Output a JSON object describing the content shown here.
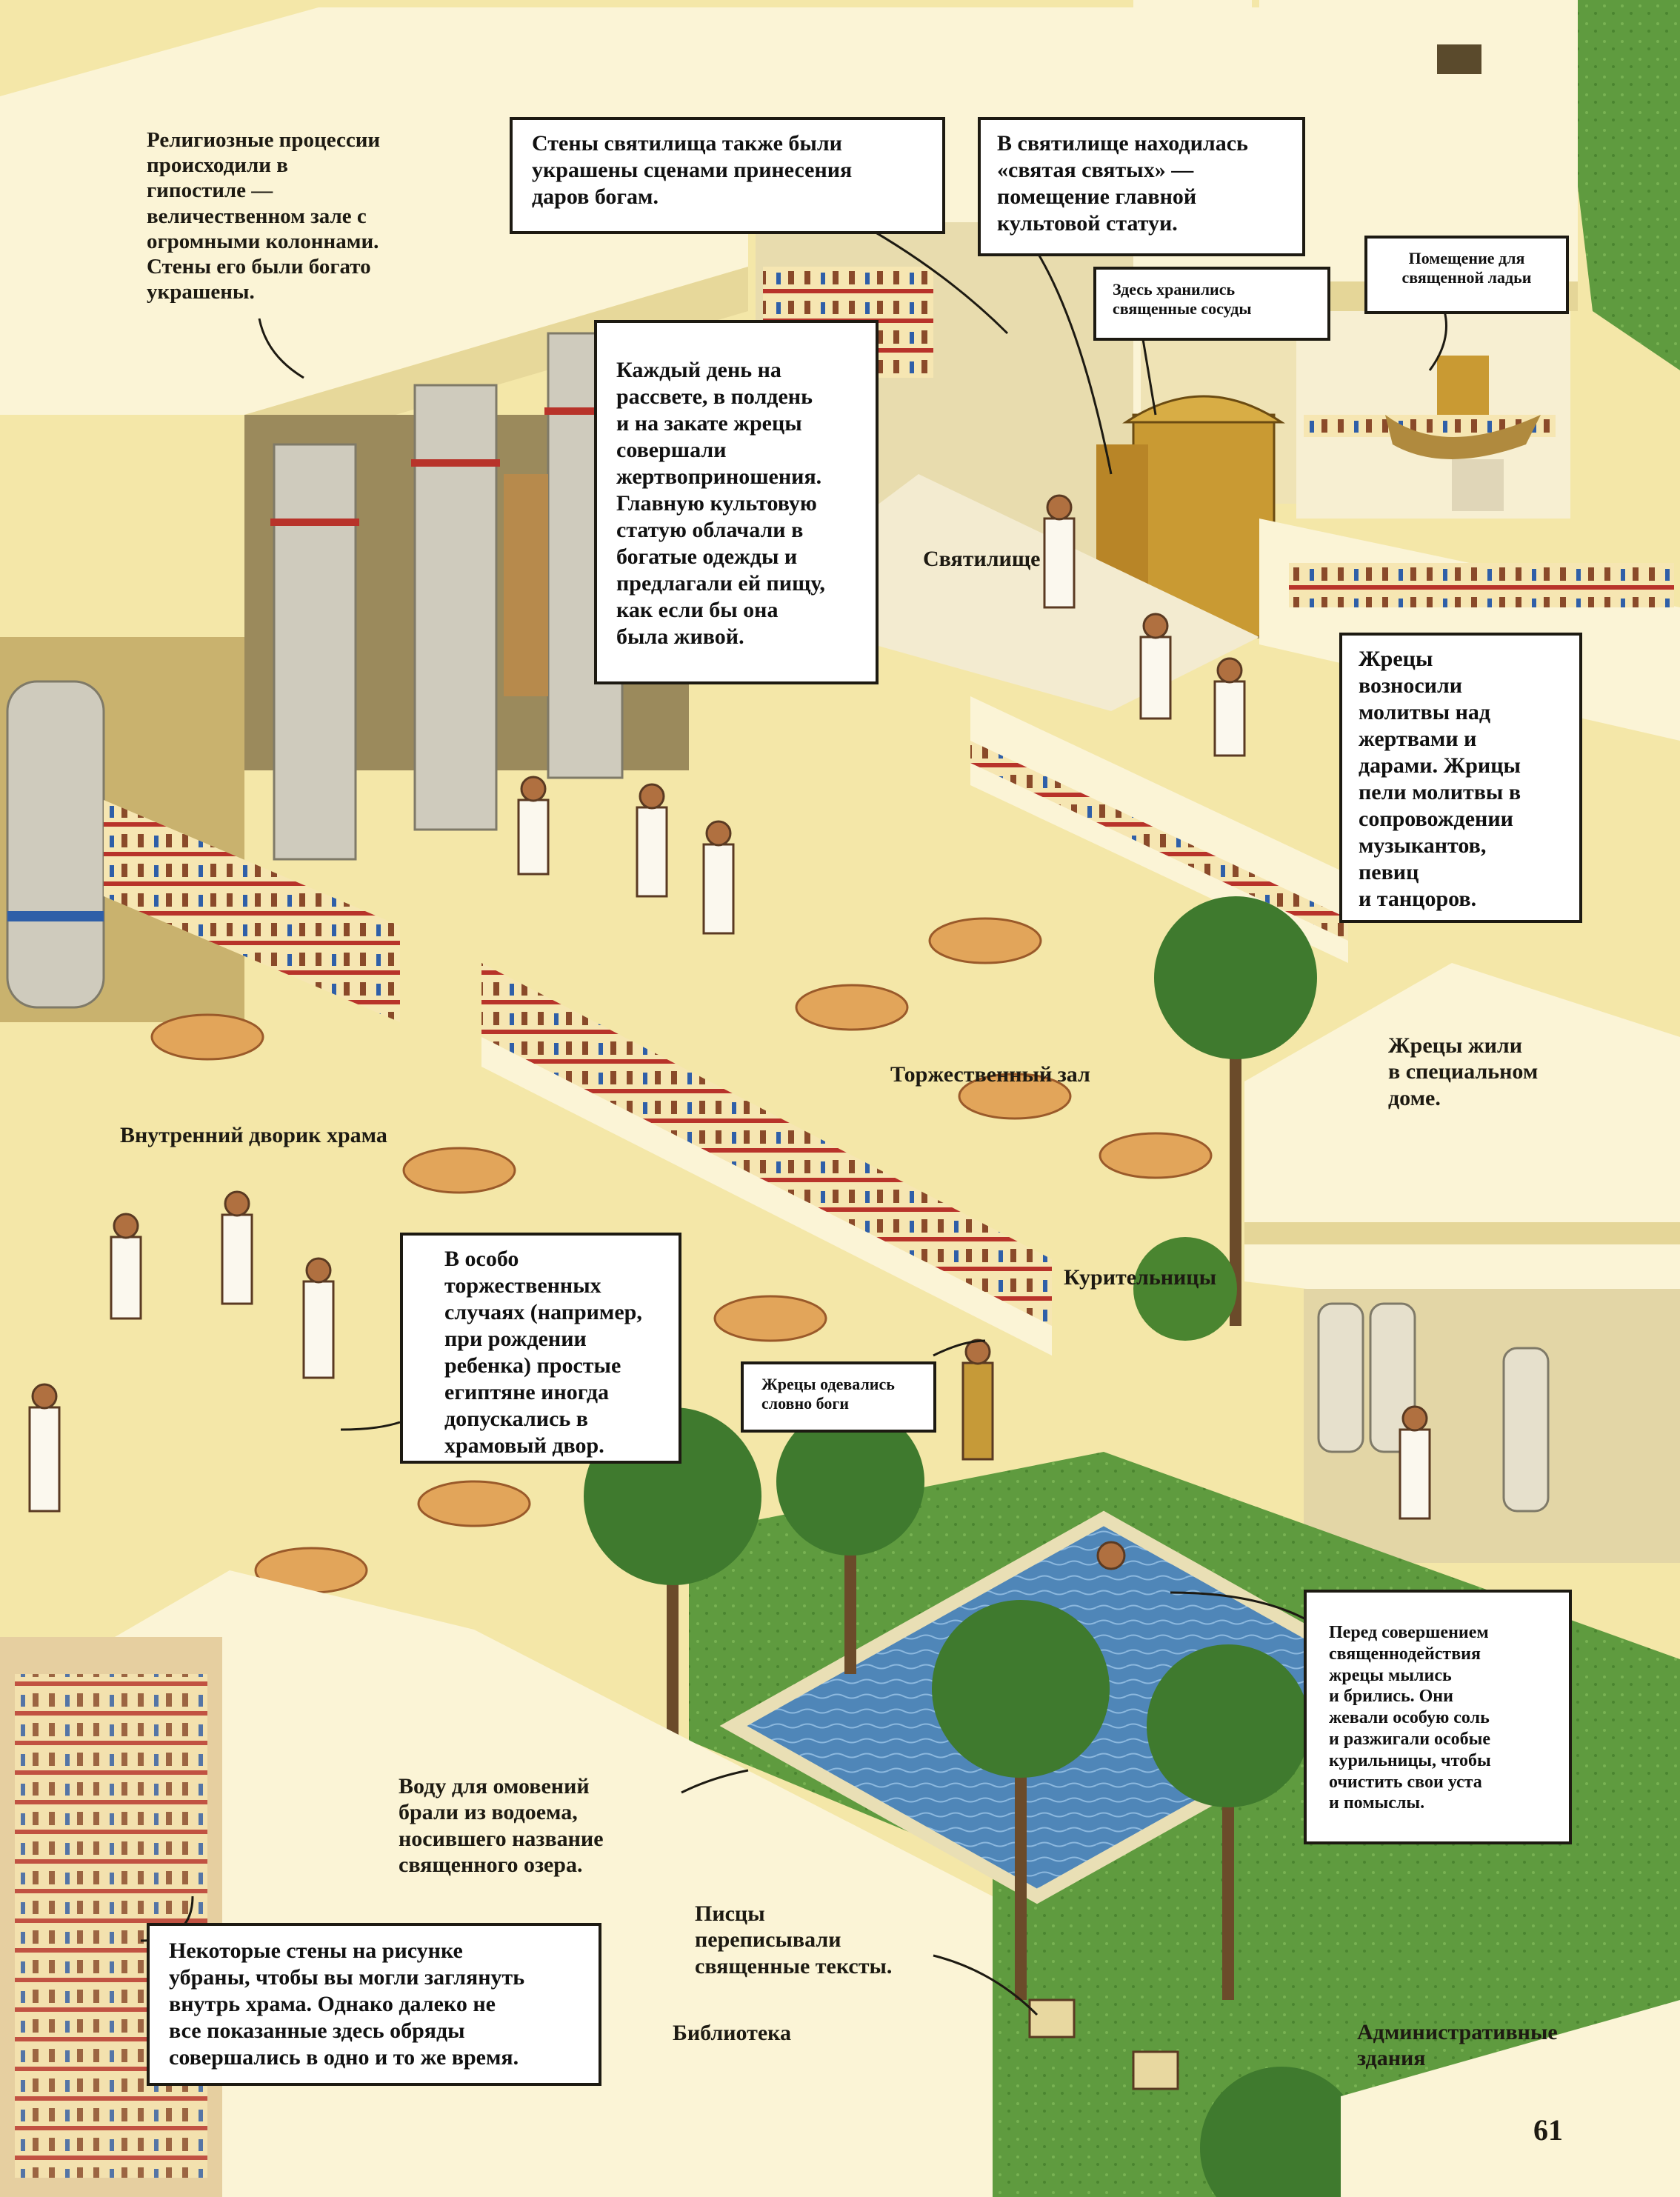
{
  "page_number": "61",
  "callouts": {
    "hypostyle": [
      "Религиозные процессии",
      "происходили в",
      "гипостиле —",
      "величественном зале с",
      "огромными колоннами.",
      "Стены его были богато",
      "украшены."
    ],
    "sanctuary_walls": [
      "Стены святилища также были",
      "украшены сценами принесения",
      "даров богам."
    ],
    "holy_of_holies": [
      "В святилище находилась",
      "«святая святых» —",
      "помещение главной",
      "культовой статуи."
    ],
    "sacred_boat": [
      "Помещение для",
      "священной ладьи"
    ],
    "sacred_vessels": [
      "Здесь хранились",
      "священные сосуды"
    ],
    "daily_offerings": [
      "Каждый день на",
      "рассвете, в полдень",
      "и на закате жрецы",
      "совершали",
      "жертвоприношения.",
      "Главную культовую",
      "статую облачали в",
      "богатые одежды и",
      "предлагали ей пищу,",
      "как если бы она",
      "была живой."
    ],
    "prayers": [
      "Жрецы",
      "возносили",
      "молитвы над",
      "жертвами и",
      "дарами. Жрицы",
      "пели молитвы в",
      "сопровождении",
      "музыкантов,",
      "певиц",
      "и танцоров."
    ],
    "priest_house": [
      "Жрецы жили",
      "в специальном",
      "доме."
    ],
    "special_occasions": [
      "В особо",
      "торжественных",
      "случаях (например,",
      "при рождении",
      "ребенка) простые",
      "египтяне иногда",
      "допускались в",
      "храмовый двор."
    ],
    "gods_dress": [
      "Жрецы одевались",
      "словно боги"
    ],
    "washing": [
      "Перед совершением",
      "священнодействия",
      "жрецы мылись",
      "и брились. Они",
      "жевали особую соль",
      "и разжигали  особые",
      "курильницы, чтобы",
      "очистить свои уста",
      "и помыслы."
    ],
    "lake": [
      "Воду для омовений",
      "брали из водоема,",
      "носившего название",
      "священного озера."
    ],
    "scribes": [
      "Писцы",
      "переписывали",
      "священные тексты."
    ],
    "walls_removed": [
      "Некоторые стены на рисунке",
      "убраны, чтобы вы могли заглянуть",
      "внутрь храма. Однако далеко не",
      "все показанные здесь обряды",
      "совершались в одно и то же время."
    ]
  },
  "labels": {
    "sanctuary": "Святилище",
    "hall": "Торжественный зал",
    "courtyard": "Внутренний дворик храма",
    "incense": "Курительницы",
    "library": "Библиотека",
    "admin": [
      "Административные",
      "здания"
    ]
  },
  "colors": {
    "sand": "#f4e7a8",
    "wall": "#fbf4d6",
    "stone": "#d8c684",
    "water": "#4f86b8",
    "grass": "#5f9b3f",
    "palm": "#3f7a2e",
    "frieze_red": "#b8332a",
    "frieze_blue": "#2f5fa8"
  }
}
